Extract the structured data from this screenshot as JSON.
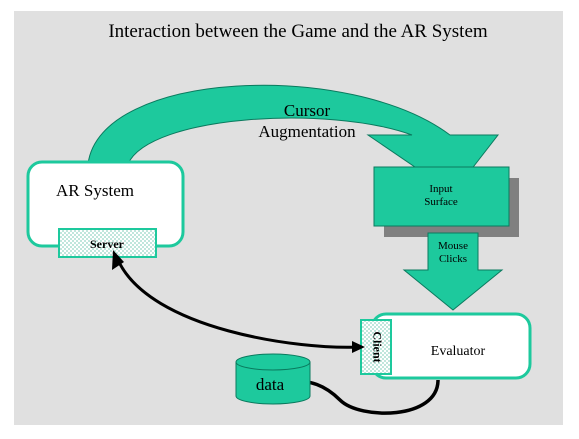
{
  "title": "Interaction between the Game and the AR System",
  "nodes": {
    "ar_system": {
      "label": "AR System"
    },
    "server": {
      "label": "Server"
    },
    "input_surface": {
      "line1": "Input",
      "line2": "Surface"
    },
    "evaluator": {
      "label": "Evaluator"
    },
    "client": {
      "label": "Client"
    },
    "data_store": {
      "label": "data"
    }
  },
  "edges": {
    "cursor_augmentation": {
      "line1": "Cursor",
      "line2": "Augmentation"
    },
    "mouse_clicks": {
      "line1": "Mouse",
      "line2": "Clicks"
    }
  },
  "colors": {
    "background": "#e0e0e0",
    "teal": "#1dc99d",
    "teal_dark": "#009e7a",
    "shadow": "#808080",
    "box_fill": "#ffffff",
    "text": "#000000"
  },
  "icons": {
    "data_store": "database-cylinder-icon",
    "server": "dotted-panel-icon",
    "client": "dotted-panel-icon"
  }
}
